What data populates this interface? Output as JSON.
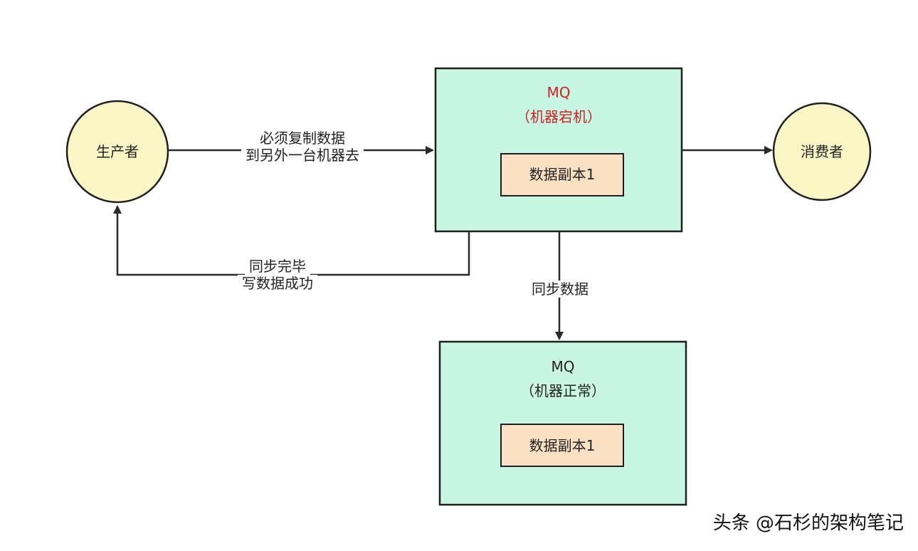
{
  "colors": {
    "node_fill": "#fbf6c6",
    "node_stroke": "#1f1f1f",
    "mq_fill": "#c8f6e2",
    "replica_fill": "#fbe1c4",
    "line": "#2a2a2a",
    "failed_title": "#cc2222",
    "normal_title": "#222222"
  },
  "producer": {
    "label": "生产者"
  },
  "consumer": {
    "label": "消费者"
  },
  "mq_failed": {
    "title": "MQ",
    "subtitle": "（机器宕机）",
    "replica_label": "数据副本1"
  },
  "mq_normal": {
    "title": "MQ",
    "subtitle": "（机器正常）",
    "replica_label": "数据副本1"
  },
  "edges": {
    "producer_to_mq": {
      "line1": "必须复制数据",
      "line2": "到另外一台机器去"
    },
    "mq_to_producer": {
      "line1": "同步完毕",
      "line2": "写数据成功"
    },
    "mq_sync": {
      "label": "同步数据"
    }
  },
  "watermark": "头条 @石杉的架构笔记"
}
